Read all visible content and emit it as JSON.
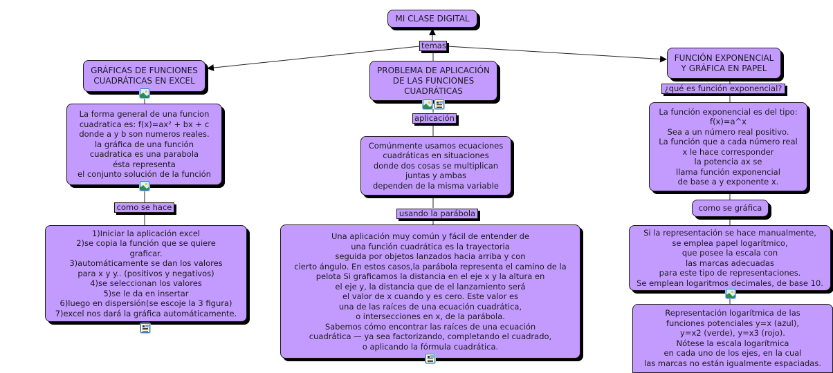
{
  "map": {
    "root": {
      "text": "MI CLASE DIGITAL"
    },
    "root_link": "temas",
    "branches": [
      {
        "id": "excel",
        "title": "GRÁFICAS DE FUNCIONES\nCUADRÁTICAS EN EXCEL",
        "title_icons": [
          "image-resource-icon"
        ],
        "definition": "La forma general de una funcion\ncuadratica es: f(x)=ax² + bx + c\ndonde a y b son numeros reales.\nla gráfica de una función\ncuadratica es una parabola\nésta representa\nel conjunto solución de la función",
        "definition_icons": [
          "image-resource-icon"
        ],
        "link": "como se hace",
        "detail": "1)Iniciar la aplicación excel\n2)se copia la función que se quiere\ngraficar.\n3)automáticamente se dan los valores\npara x y y.. (positivos y negativos)\n4)se seleccionan los valores\n5)se le da en insertar\n6)luego en dispersión(se escoje la 3 figura)\n7)excel nos dará la gráfica automáticamente.",
        "detail_icons": [
          "document-resource-icon"
        ]
      },
      {
        "id": "aplicacion",
        "title": "PROBLEMA DE APLICACIÓN\nDE LAS FUNCIONES\nCUADRÁTICAS",
        "title_icons": [
          "image-resource-icon",
          "document-resource-icon"
        ],
        "link1": "aplicación",
        "definition": "Comúnmente usamos ecuaciones\ncuadráticas en situaciones\ndonde dos cosas se multiplican\njuntas y ambas\ndependen de la misma variable",
        "link2": "usando la parábola",
        "detail": "Una aplicación muy común y fácil de entender de\nuna función cuadrática es la trayectoria\nseguida por objetos lanzados hacia arriba y con\ncierto ángulo. En estos casos,la parábola representa el camino de la\npelota Si graficamos la distancia en el eje x y la altura en\nel eje y, la distancia que de el lanzamiento será\nel valor de x cuando y es cero. Este valor es\nuna de las raíces de una ecuación cuadrática,\no intersecciones en x, de la parábola.\nSabemos cómo encontrar las raíces de una ecuación\ncuadrática — ya sea factorizando, completando el cuadrado,\no aplicando la fórmula cuadrática.",
        "detail_icons": [
          "document-resource-icon"
        ]
      },
      {
        "id": "exponencial",
        "title": "FUNCIÓN EXPONENCIAL\nY GRÁFICA EN PAPEL",
        "link1": "¿qué es función exponencial?",
        "definition": "La función exponencial es del tipo:\nf(x)=a^x\nSea a un número real positivo.\nLa función que a cada número real\nx le hace corresponder\nla potencia ax se\nllama función exponencial\nde base a y exponente x.",
        "subnode": "como se gráfica",
        "detail": "Si la representación se hace manualmente,\nse emplea papel logarítmico,\nque posee la escala con\nlas marcas adecuadas\npara este tipo de representaciones.\nSe emplean logaritmos decimales, de base 10.",
        "detail_icons": [
          "image-resource-icon"
        ],
        "detail2": "Representación logarítmica de las\nfunciones potenciales y=x (azul),\ny=x2 (verde), y=x3 (rojo).\nNótese la escala logarítmica\nen cada uno de los ejes, en la cual\nlas marcas no están igualmente espaciadas."
      }
    ]
  },
  "colors": {
    "node_fill": "#c39bff",
    "node_border": "#1a1a1a",
    "shadow": "#000000",
    "icon_border": "#2b6fb8"
  }
}
